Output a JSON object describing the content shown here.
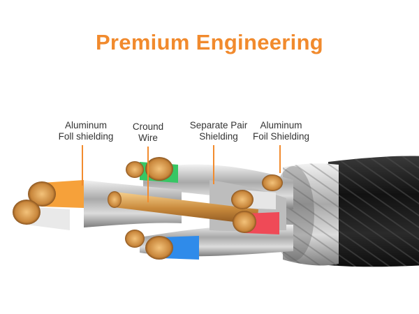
{
  "title": "Premium Engineering",
  "labels": [
    {
      "line1": "Aluminum",
      "line2": "Foll shielding"
    },
    {
      "line1": "Cround",
      "line2": "Wire"
    },
    {
      "line1": "Separate Pair",
      "line2": "Shielding"
    },
    {
      "line1": "Aluminum",
      "line2": "Foil Shielding"
    }
  ],
  "colors": {
    "accent": "#f18a2d",
    "copper": "#d9a15a",
    "jacket": "#1c1c1c",
    "pair_orange": "#f6a13a",
    "pair_green": "#37c664",
    "pair_red": "#ef4a57",
    "pair_blue": "#2f8bea",
    "insulation_white": "#e9e9e9"
  },
  "icons": [
    "cable-cross-section-illustration"
  ]
}
